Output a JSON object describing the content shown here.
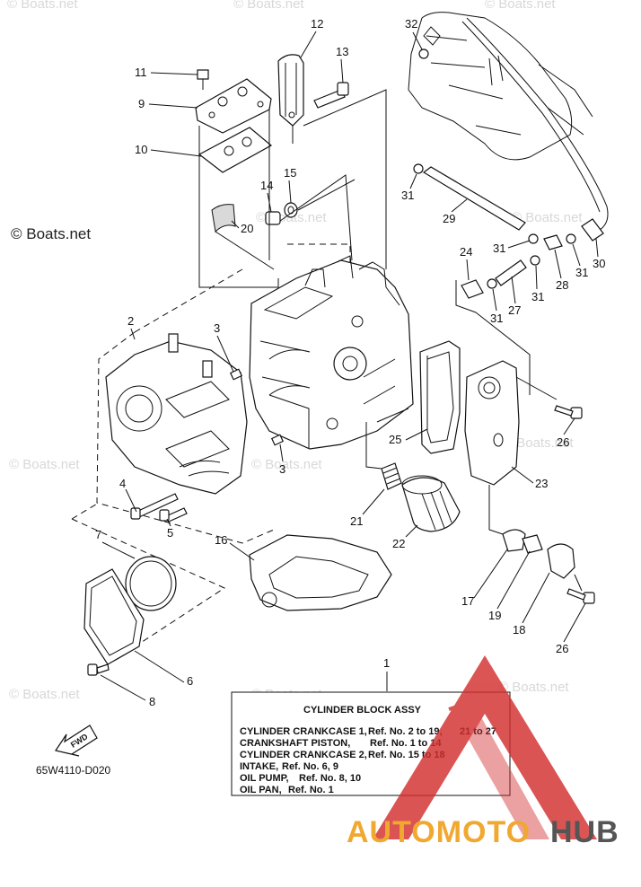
{
  "watermark": {
    "text": "© Boats.net"
  },
  "brand": {
    "part1": "AUTOMOTO",
    "part2": "HUB",
    "color1": "#f0a830",
    "color2": "#555555",
    "logo_color": "#d32f2f"
  },
  "diagram_code": "65W4110-D020",
  "fwd_label": "FWD",
  "callouts": [
    "1",
    "2",
    "3",
    "3",
    "4",
    "5",
    "6",
    "7",
    "8",
    "9",
    "10",
    "11",
    "12",
    "13",
    "14",
    "15",
    "16",
    "17",
    "18",
    "19",
    "20",
    "21",
    "22",
    "23",
    "24",
    "25",
    "26",
    "26",
    "27",
    "28",
    "29",
    "30",
    "31",
    "31",
    "31",
    "31",
    "31",
    "32"
  ],
  "info_box": {
    "title": "CYLINDER BLOCK ASSY",
    "lines": [
      {
        "label": "CYLINDER CRANKCASE 1,",
        "ref": "Ref. No. 2 to 19,",
        "extra": "21 to 27"
      },
      {
        "label": "CRANKSHAFT PISTON,",
        "ref": "Ref. No. 1 to 14",
        "extra": ""
      },
      {
        "label": "CYLINDER CRANKCASE 2,",
        "ref": "Ref. No. 15 to 18",
        "extra": ""
      },
      {
        "label": "INTAKE,",
        "ref": "Ref. No. 6, 9",
        "extra": ""
      },
      {
        "label": "OIL PUMP,",
        "ref": "Ref. No. 8, 10",
        "extra": ""
      },
      {
        "label": "OIL PAN,",
        "ref": "Ref. No. 1",
        "extra": ""
      }
    ]
  }
}
